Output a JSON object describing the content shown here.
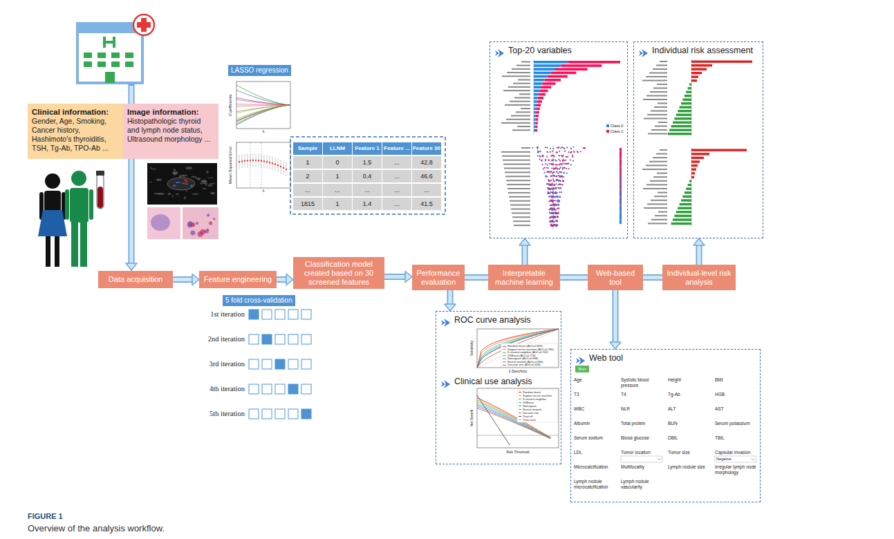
{
  "diagram": {
    "caption": "Overview of the analysis workflow.",
    "nodes": [
      {
        "text": [
          "Top-20 variables"
        ]
      },
      {
        "text": [
          "Individual risk assessment"
        ]
      },
      {
        "text": [
          "Clinical information:",
          "Gender, Age, Smoking, Cancer history, Hashimoto's thyroiditis, TSH, Tg-Ab, TPO-Ab ..."
        ]
      },
      {
        "text": [
          "Image information:",
          "Histopathologic thyroid and lymph node status, Ultrasound morphology ..."
        ]
      },
      {
        "text": [
          "LASSO regression"
        ]
      },
      {
        "text": [
          "Data acquisition"
        ]
      },
      {
        "text": [
          "Feature engineering"
        ]
      },
      {
        "text": [
          "Classification model created based on 30 screened features"
        ]
      },
      {
        "text": [
          "Performance evaluation"
        ]
      },
      {
        "text": [
          "Interpretable machine learning"
        ]
      },
      {
        "text": [
          "Web-based tool"
        ]
      },
      {
        "text": [
          "Individual-level risk analysis"
        ]
      },
      {
        "text": [
          "5 fold cross-validation"
        ]
      },
      {
        "text": [
          "ROC curve analysis",
          "Clinical use analysis"
        ]
      },
      {
        "text": [
          "Web tool"
        ]
      }
    ],
    "edges": [
      {
        "from": 5,
        "to": 6,
        "arrow": "to"
      },
      {
        "from": 6,
        "to": 7,
        "arrow": "to"
      },
      {
        "from": 7,
        "to": 8,
        "arrow": "to"
      },
      {
        "from": 8,
        "to": 9,
        "arrow": "none"
      },
      {
        "from": 9,
        "to": 10,
        "arrow": "none"
      },
      {
        "from": 10,
        "to": 11,
        "arrow": "none"
      },
      {
        "from": 8,
        "to": 13,
        "arrow": "to"
      },
      {
        "from": 9,
        "to": 0,
        "arrow": "to"
      },
      {
        "from": 10,
        "to": 14,
        "arrow": "to"
      },
      {
        "from": 11,
        "to": 1,
        "arrow": "to"
      }
    ],
    "labels": [
      "FIGURE 1",
      "Sample",
      "LLNM",
      "Feature 1",
      "Feature ...",
      "Feature 30",
      "1",
      "0",
      "1.5",
      "...",
      "42.8",
      "2",
      "1",
      "0.4",
      "...",
      "46.6",
      "...",
      "...",
      "...",
      "...",
      "...",
      "1815",
      "1",
      "1.4",
      "...",
      "41.5",
      "1st iteration",
      "2nd iteration",
      "3rd iteration",
      "4th iteration",
      "5th iteration",
      "Coefficients",
      "λ",
      "Mean Squared Error",
      "λ",
      "Class 0",
      "Class 1",
      "Sensitivity",
      "1-Specificity",
      "Random forest (AUC=0.806)",
      "Support vector machine (AUC=0.780)",
      "K-nearest neighbor (AUC=0.702)",
      "XGBoost (AUC=0.718)",
      "Nomogram (AUC=0.688)",
      "Neural network (AUC=0.686)",
      "Decision tree (AUC=0.608)",
      "Net Benefit",
      "Risk Threshold",
      "Random forest",
      "Support vector machine",
      "K-nearest neighbor",
      "XGBoost",
      "Nomogram",
      "Neural network",
      "Decision tree",
      "Treat all",
      "Treat none",
      "Run",
      "Age",
      "Systolic blood pressure",
      "Height",
      "BMI",
      "T3",
      "T4",
      "Tg-Ab",
      "HGB",
      "WBC",
      "NLR",
      "ALT",
      "AST",
      "Albumin",
      "Total protein",
      "BUN",
      "Serum potassium",
      "Serum sodium",
      "Blood glucose",
      "DBIL",
      "TBIL",
      "LDL",
      "Tumor location",
      "Tumor size",
      "Capsular invasion",
      "Microcalcification",
      "Multifocality",
      "Lymph nodule size",
      "Irregular lymph node morphology",
      "Lymph nodule microcalcification",
      "Lymph nodule vascularity",
      "Negative"
    ]
  }
}
